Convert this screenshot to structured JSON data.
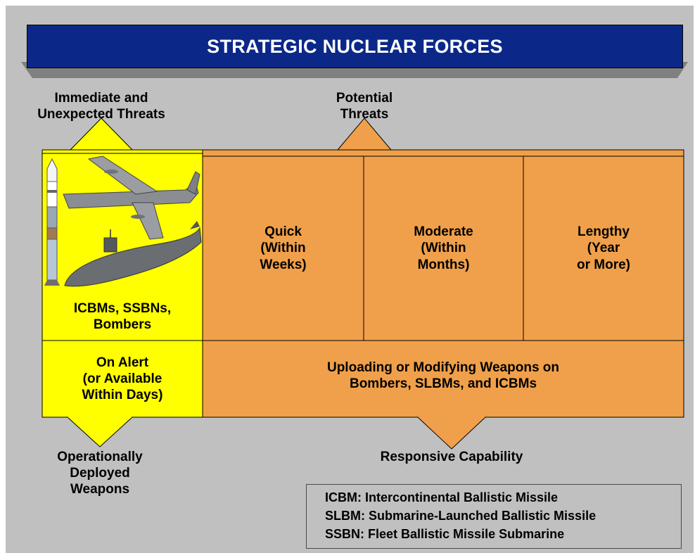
{
  "title": "STRATEGIC NUCLEAR FORCES",
  "top_labels": {
    "left": "Immediate and\nUnexpected Threats",
    "right": "Potential\nThreats"
  },
  "columns": {
    "forces": "ICBMs, SSBNs,\nBombers",
    "quick": "Quick\n(Within\nWeeks)",
    "moderate": "Moderate\n(Within\nMonths)",
    "lengthy": "Lengthy\n(Year\nor More)"
  },
  "bottom_row": {
    "left": "On Alert\n(or Available\nWithin Days)",
    "right": "Uploading or Modifying Weapons on\nBombers, SLBMs, and ICBMs"
  },
  "bottom_labels": {
    "left": "Operationally\nDeployed\nWeapons",
    "right": "Responsive Capability"
  },
  "legend": [
    "ICBM: Intercontinental Ballistic Missile",
    "SLBM: Submarine-Launched Ballistic Missile",
    "SSBN: Fleet Ballistic Missile Submarine"
  ],
  "colors": {
    "background": "#c0c0c0",
    "title_bar": "#0b2889",
    "yellow": "#ffff00",
    "orange": "#f0a04a",
    "shadow": "#808080"
  }
}
